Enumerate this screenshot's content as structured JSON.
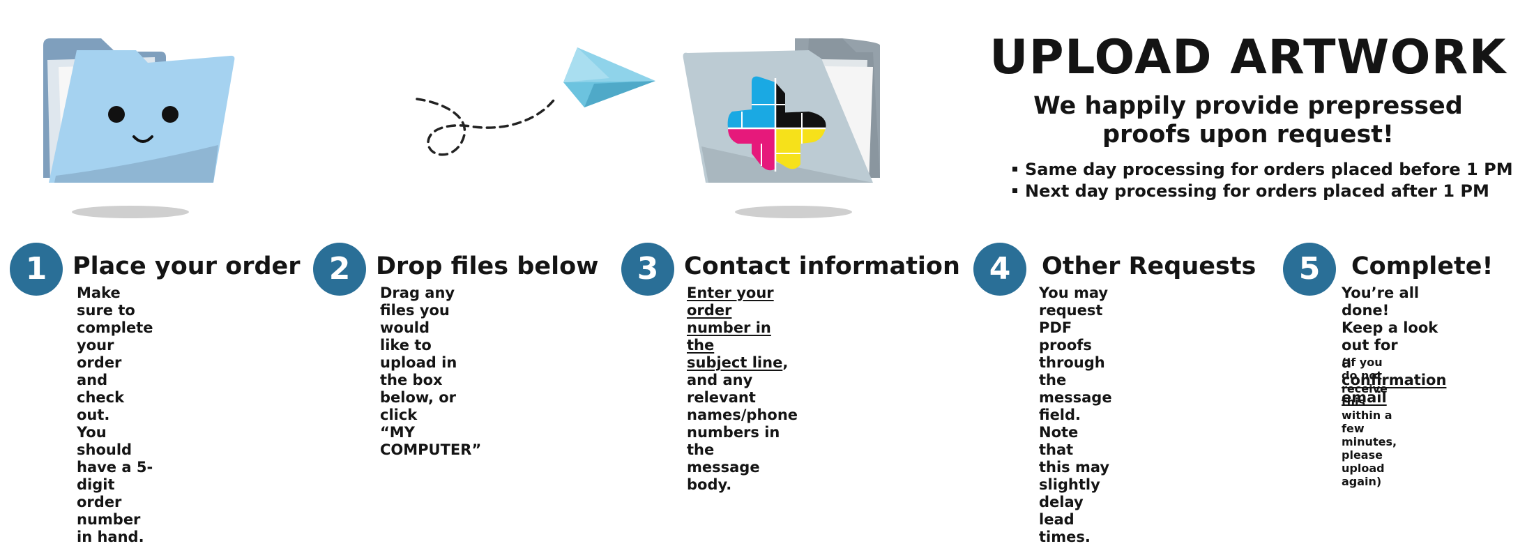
{
  "header": {
    "title": "UPLOAD ARTWORK",
    "subtitle_line1": "We happily provide prepressed",
    "subtitle_line2": "proofs upon request!",
    "bullets": [
      "Same day processing for orders placed before 1 PM",
      "Next day processing for orders placed after 1 PM"
    ]
  },
  "steps": [
    {
      "number": "1",
      "title": "Place your order",
      "lines": [
        "Make sure to complete",
        "your order and check out.",
        "You should have a 5-digit",
        "order number in hand."
      ]
    },
    {
      "number": "2",
      "title": "Drop files below",
      "lines": [
        "Drag any files you would",
        "like to upload in the box",
        "below, or click",
        "“MY COMPUTER”"
      ]
    },
    {
      "number": "3",
      "title": "Contact information",
      "underlined_1": "Enter your order number in the",
      "underlined_2": "subject line",
      "rest_2": ", and any relevant",
      "line3": "names/phone numbers in the",
      "line4": "message body."
    },
    {
      "number": "4",
      "title": "Other Requests",
      "lines": [
        "You may request PDF",
        "proofs through the",
        "message field. Note that",
        "this may slightly delay lead",
        "times."
      ]
    },
    {
      "number": "5",
      "title": "Complete!",
      "line1": "You’re all done!",
      "line2": "Keep a look out for",
      "line3_prefix": "a ",
      "line3_link": "confirmation email",
      "note": [
        "(If you do not receive this",
        "within a few minutes,",
        "please upload again)"
      ]
    }
  ],
  "colors": {
    "badge": "#2a6f97",
    "folder_blue": "#a5d2f0",
    "folder_blue_back": "#7f9fbd",
    "folder_gray": "#bccbd3",
    "plane": "#6cc3df",
    "cyan": "#1aa9e3",
    "magenta": "#e6197b",
    "yellow": "#f6e11a",
    "black": "#111111"
  },
  "illustrations": {
    "left": "smiling-folder-icon",
    "middle": "paper-plane-icon",
    "right": "cmyk-folder-icon"
  }
}
